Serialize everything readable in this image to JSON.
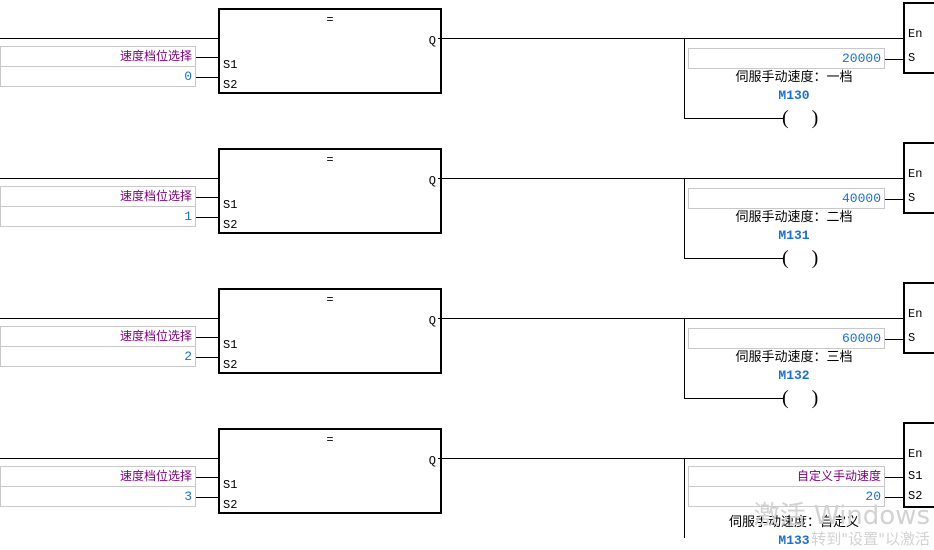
{
  "diagram": {
    "type": "plc-ladder-logic",
    "rung_pitch": 140,
    "colors": {
      "wire": "#000000",
      "label_text": "#800080",
      "value_text": "#1a6fd4",
      "device_text": "#1a6fd4",
      "comment_text": "#000000",
      "box_border": "#c8c8c8",
      "watermark": "#d2d2d2"
    },
    "block_labels": {
      "compare_op": "=",
      "q": "Q",
      "s1": "S1",
      "s2": "S2",
      "en": "En",
      "s": "S",
      "coil": "(  )"
    },
    "rungs": [
      {
        "compare": {
          "operator": "=",
          "s1_label": "速度档位选择",
          "s2_value": "0",
          "output": "Q"
        },
        "action": {
          "en": "En",
          "inputs": [
            {
              "pin": "S",
              "value": "20000",
              "kind": "number"
            }
          ],
          "coil_comment": "伺服手动速度：一档",
          "coil_device": "M130",
          "coil_glyph": "(  )"
        }
      },
      {
        "compare": {
          "operator": "=",
          "s1_label": "速度档位选择",
          "s2_value": "1",
          "output": "Q"
        },
        "action": {
          "en": "En",
          "inputs": [
            {
              "pin": "S",
              "value": "40000",
              "kind": "number"
            }
          ],
          "coil_comment": "伺服手动速度：二档",
          "coil_device": "M131",
          "coil_glyph": "(  )"
        }
      },
      {
        "compare": {
          "operator": "=",
          "s1_label": "速度档位选择",
          "s2_value": "2",
          "output": "Q"
        },
        "action": {
          "en": "En",
          "inputs": [
            {
              "pin": "S",
              "value": "60000",
              "kind": "number"
            }
          ],
          "coil_comment": "伺服手动速度：三档",
          "coil_device": "M132",
          "coil_glyph": "(  )"
        }
      },
      {
        "compare": {
          "operator": "=",
          "s1_label": "速度档位选择",
          "s2_value": "3",
          "output": "Q"
        },
        "action": {
          "en": "En",
          "inputs": [
            {
              "pin": "S1",
              "value": "自定义手动速度",
              "kind": "label"
            },
            {
              "pin": "S2",
              "value": "20",
              "kind": "number"
            }
          ],
          "coil_comment": "伺服手动速度：自定义",
          "coil_device": "M133",
          "coil_glyph": "(  )"
        }
      }
    ]
  },
  "watermark": {
    "line1": "激活 Windows",
    "line2": "转到\"设置\"以激活"
  }
}
